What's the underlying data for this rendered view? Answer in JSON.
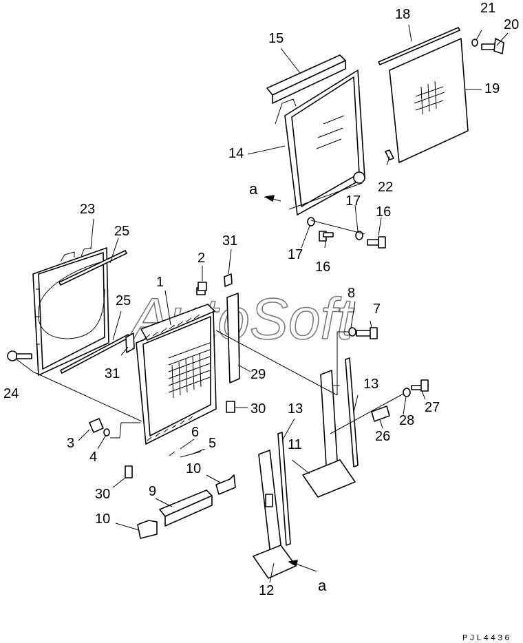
{
  "diagram": {
    "labels": {
      "l1": "1",
      "l2": "2",
      "l3": "3",
      "l4": "4",
      "l5": "5",
      "l6": "6",
      "l7": "7",
      "l8": "8",
      "l9": "9",
      "l10a": "10",
      "l10b": "10",
      "l11": "11",
      "l12": "12",
      "l13a": "13",
      "l13b": "13",
      "l14": "14",
      "l15": "15",
      "l16a": "16",
      "l16b": "16",
      "l17a": "17",
      "l17b": "17",
      "l18": "18",
      "l19": "19",
      "l20": "20",
      "l21": "21",
      "l22": "22",
      "l23": "23",
      "l24": "24",
      "l25a": "25",
      "l25b": "25",
      "l26": "26",
      "l27": "27",
      "l28": "28",
      "l29": "29",
      "l30a": "30",
      "l30b": "30",
      "l31a": "31",
      "l31b": "31"
    },
    "view_marker_top": "a",
    "view_marker_bottom": "a",
    "drawing_code": "PJL4436",
    "watermark": "AutoSoft"
  }
}
